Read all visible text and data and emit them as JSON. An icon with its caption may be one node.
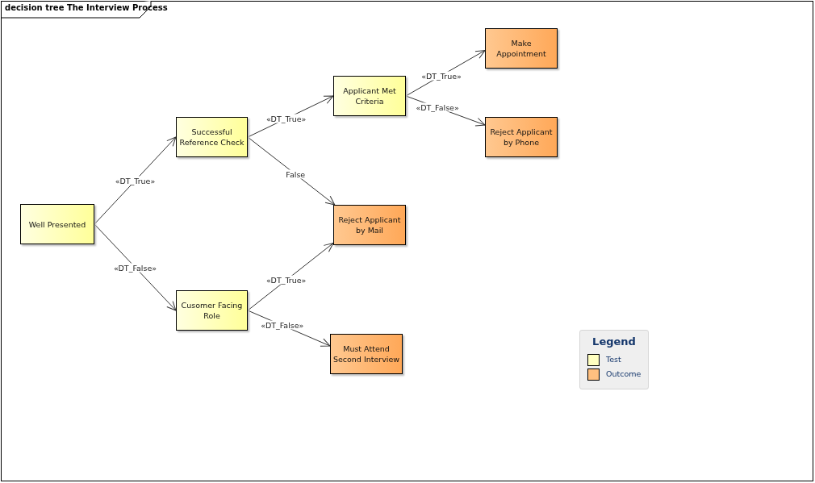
{
  "diagram": {
    "title": "decision tree The Interview Process",
    "nodes": [
      {
        "text": [
          "Well Presented"
        ]
      },
      {
        "text": [
          "Successful Reference Check"
        ]
      },
      {
        "text": [
          "Cusomer Facing Role"
        ]
      },
      {
        "text": [
          "Applicant Met Criteria"
        ]
      },
      {
        "text": [
          "Make Appointment"
        ]
      },
      {
        "text": [
          "Reject Applicant by Phone"
        ]
      },
      {
        "text": [
          "Reject Applicant by Mail"
        ]
      },
      {
        "text": [
          "Must Attend Second Interview"
        ]
      }
    ],
    "edges": [
      {
        "from": 0,
        "to": 1,
        "arrow": "to",
        "label": "«DT_True»"
      },
      {
        "from": 0,
        "to": 2,
        "arrow": "to",
        "label": "«DT_False»"
      },
      {
        "from": 1,
        "to": 3,
        "arrow": "to",
        "label": "«DT_True»"
      },
      {
        "from": 1,
        "to": 6,
        "arrow": "to",
        "label": "False"
      },
      {
        "from": 2,
        "to": 6,
        "arrow": "to",
        "label": "«DT_True»"
      },
      {
        "from": 2,
        "to": 7,
        "arrow": "to",
        "label": "«DT_False»"
      },
      {
        "from": 3,
        "to": 4,
        "arrow": "to",
        "label": "«DT_True»"
      },
      {
        "from": 3,
        "to": 5,
        "arrow": "to",
        "label": "«DT_False»"
      }
    ],
    "labels": [
      "Legend"
    ],
    "legend": [
      {
        "text": "Test",
        "color": "#ffffc0"
      },
      {
        "text": "Outcome",
        "color": "#ffc080"
      }
    ]
  }
}
